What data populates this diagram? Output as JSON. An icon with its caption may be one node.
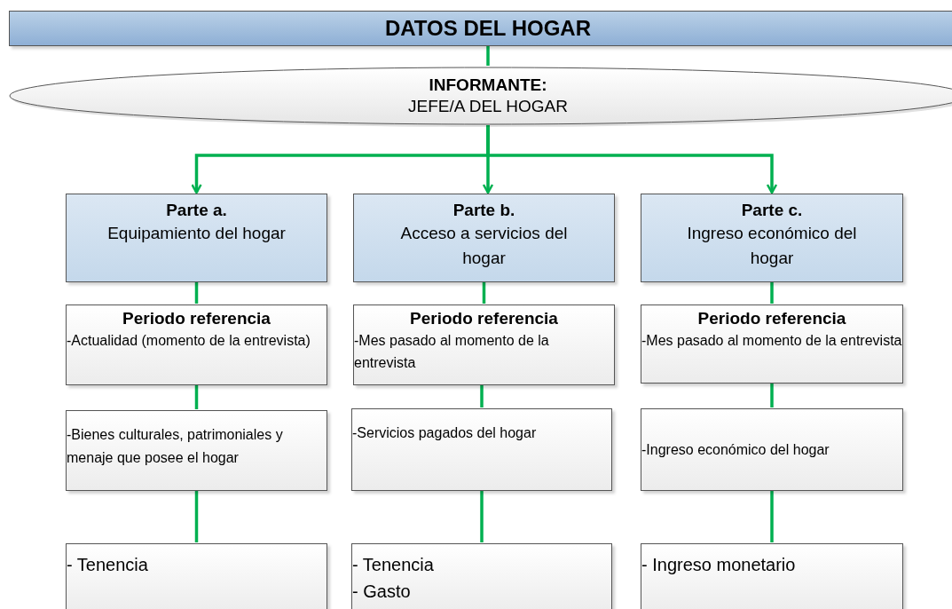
{
  "diagram": {
    "nodes": [
      {
        "text": [
          "DATOS DEL HOGAR"
        ]
      },
      {
        "text": [
          "INFORMANTE:",
          "JEFE/A DEL HOGAR"
        ]
      },
      {
        "text": [
          "Parte a.",
          "Equipamiento del hogar"
        ]
      },
      {
        "text": [
          "Parte b.",
          "Acceso a servicios del hogar"
        ]
      },
      {
        "text": [
          "Parte c.",
          "Ingreso económico del hogar"
        ]
      },
      {
        "text": [
          "Periodo referencia",
          "-Actualidad (momento de la entrevista)"
        ]
      },
      {
        "text": [
          "Periodo referencia",
          "-Mes pasado al momento de la entrevista"
        ]
      },
      {
        "text": [
          "Periodo referencia",
          "-Mes pasado al momento de la entrevista"
        ]
      },
      {
        "text": [
          "-Bienes culturales, patrimoniales y menaje que posee el hogar"
        ]
      },
      {
        "text": [
          "-Servicios pagados del hogar"
        ]
      },
      {
        "text": [
          "-Ingreso económico del hogar"
        ]
      },
      {
        "text": [
          "- Tenencia"
        ]
      },
      {
        "text": [
          "- Tenencia",
          "- Gasto"
        ]
      },
      {
        "text": [
          "- Ingreso monetario"
        ]
      }
    ],
    "edges": [
      {
        "from": 0,
        "to": 1,
        "arrow": "none"
      },
      {
        "from": 1,
        "to": 2,
        "arrow": "to"
      },
      {
        "from": 1,
        "to": 3,
        "arrow": "to"
      },
      {
        "from": 1,
        "to": 4,
        "arrow": "to"
      },
      {
        "from": 2,
        "to": 5,
        "arrow": "none"
      },
      {
        "from": 3,
        "to": 6,
        "arrow": "none"
      },
      {
        "from": 4,
        "to": 7,
        "arrow": "none"
      },
      {
        "from": 5,
        "to": 8,
        "arrow": "none"
      },
      {
        "from": 6,
        "to": 9,
        "arrow": "none"
      },
      {
        "from": 7,
        "to": 10,
        "arrow": "none"
      },
      {
        "from": 8,
        "to": 11,
        "arrow": "none"
      },
      {
        "from": 9,
        "to": 12,
        "arrow": "none"
      },
      {
        "from": 10,
        "to": 13,
        "arrow": "none"
      }
    ]
  }
}
